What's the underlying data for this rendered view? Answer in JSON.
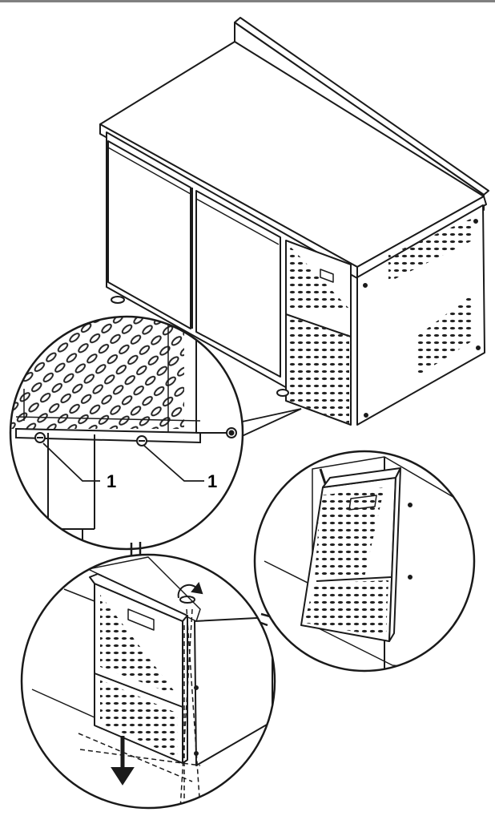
{
  "figure": {
    "callouts": [
      {
        "id": "left",
        "label": "1"
      },
      {
        "id": "right",
        "label": "1"
      }
    ]
  },
  "colors": {
    "ink": "#1a1a1a",
    "top_frame_line": "#808080",
    "background": "#ffffff",
    "grille": "#222222"
  },
  "icons": {
    "rotation": "rotate-arrow-icon",
    "pull_down": "down-arrow-icon"
  }
}
